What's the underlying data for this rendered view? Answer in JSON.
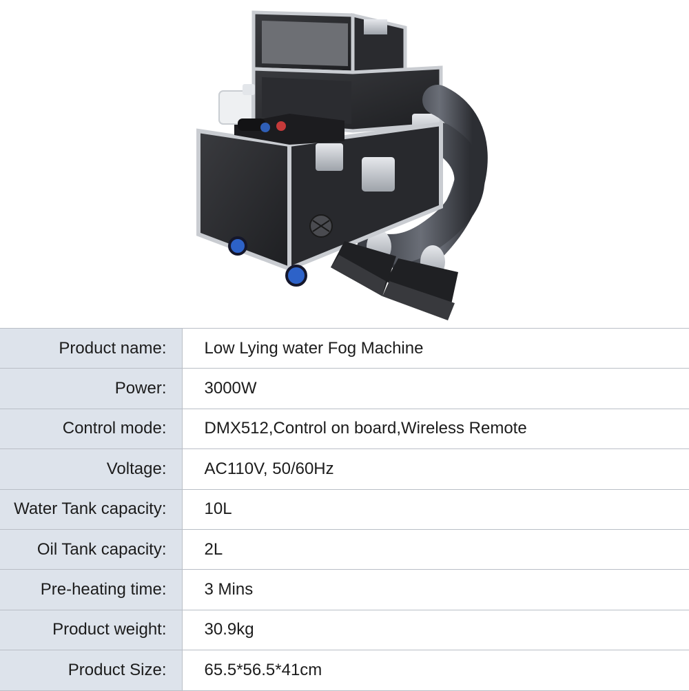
{
  "product_image": {
    "alt": "",
    "icon": "fog-machine-flight-case-image"
  },
  "colors": {
    "label_background": "#dde3eb",
    "border": "#b9bec6",
    "text": "#1c1c1c",
    "page_background": "#ffffff"
  },
  "specs": [
    {
      "label": "Product name:",
      "value": "Low Lying water Fog Machine"
    },
    {
      "label": "Power:",
      "value": "3000W"
    },
    {
      "label": "Control mode:",
      "value": "DMX512,Control on board,Wireless Remote"
    },
    {
      "label": "Voltage:",
      "value": "AC110V, 50/60Hz"
    },
    {
      "label": "Water Tank capacity:",
      "value": "10L"
    },
    {
      "label": "Oil Tank capacity:",
      "value": "2L"
    },
    {
      "label": "Pre-heating time:",
      "value": "3 Mins"
    },
    {
      "label": "Product weight:",
      "value": "30.9kg"
    },
    {
      "label": "Product Size:",
      "value": "65.5*56.5*41cm"
    }
  ]
}
